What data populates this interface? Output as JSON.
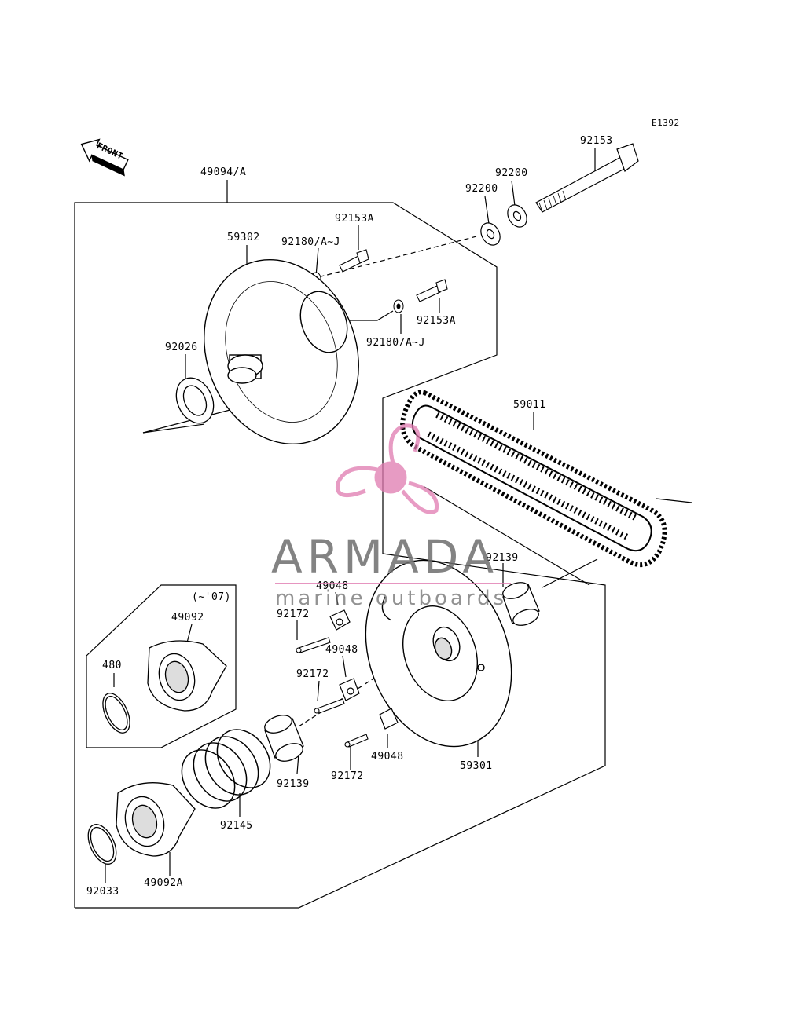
{
  "diagram": {
    "code": "E1392",
    "front_label": "FRONT",
    "variant_note": "(~'07)",
    "labels": {
      "assy": "49094/A",
      "bolt_main": "92153",
      "washer_outer": "92200",
      "washer_inner": "92200",
      "bolt_small_top": "92153A",
      "bolt_small_mid": "92153A",
      "shim_top": "92180/A~J",
      "shim_mid": "92180/A~J",
      "sheave_fixed": "59302",
      "seal": "92026",
      "belt": "59011",
      "bushing_right": "92139",
      "slider_top": "49048",
      "slider_mid": "49048",
      "slider_bottom": "49048",
      "screw_top": "92172",
      "screw_mid": "92172",
      "screw_bottom": "92172",
      "sheave_movable": "59301",
      "cam": "49092",
      "ring_small": "480",
      "bushing_left": "92139",
      "spring": "92145",
      "ring_bottom": "92033",
      "cam_a": "49092A"
    }
  },
  "watermark": {
    "brand": "ARMADA",
    "tagline": "marine outboards"
  }
}
